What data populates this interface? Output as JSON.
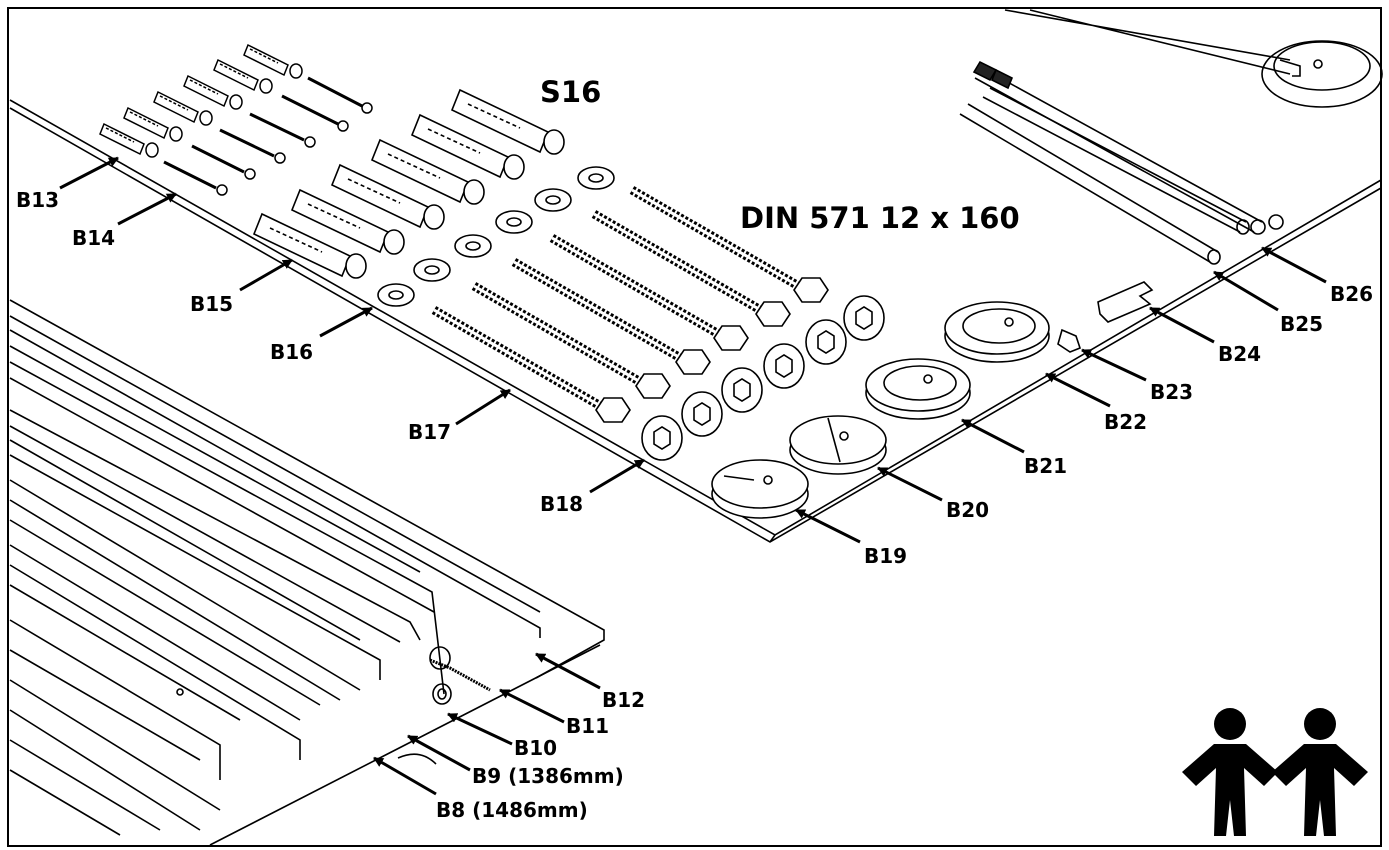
{
  "headings": {
    "s16": "S16",
    "din": "DIN 571 12 x 160"
  },
  "parts": {
    "B8": "B8 (1486mm)",
    "B9": "B9 (1386mm)",
    "B10": "B10",
    "B11": "B11",
    "B12": "B12",
    "B13": "B13",
    "B14": "B14",
    "B15": "B15",
    "B16": "B16",
    "B17": "B17",
    "B18": "B18",
    "B19": "B19",
    "B20": "B20",
    "B21": "B21",
    "B22": "B22",
    "B23": "B23",
    "B24": "B24",
    "B25": "B25",
    "B26": "B26"
  },
  "icons": {
    "two_person": "two-person-lift-icon"
  },
  "colors": {
    "ink": "#000000",
    "paper": "#ffffff"
  }
}
